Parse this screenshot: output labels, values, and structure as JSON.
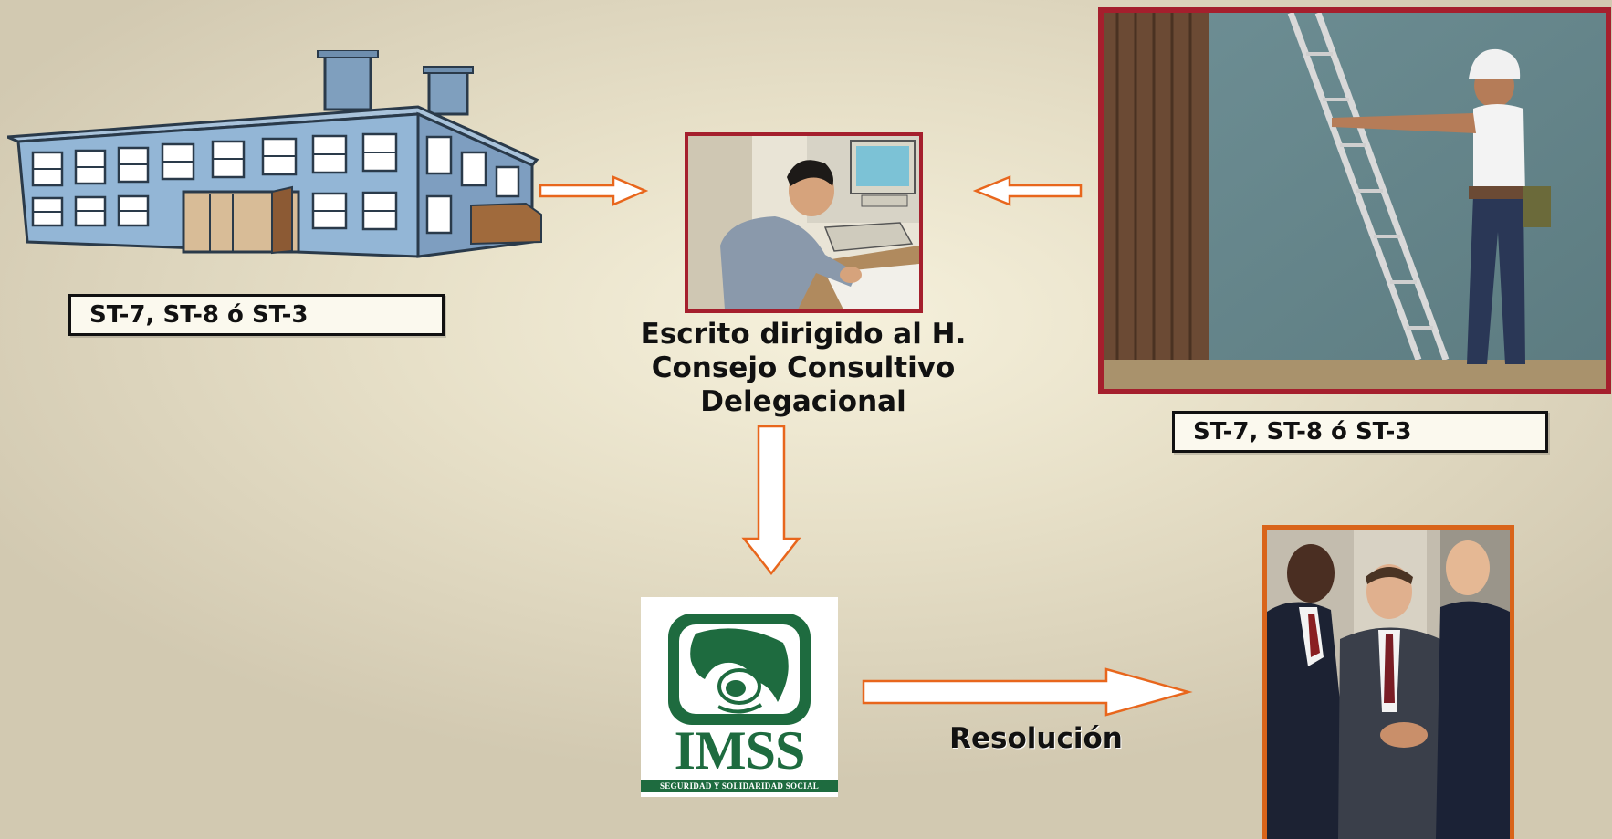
{
  "left_label": "ST-7, ST-8 ó ST-3",
  "right_label": "ST-7, ST-8 ó ST-3",
  "center_caption_lines": [
    "Escrito dirigido al H.",
    "Consejo Consultivo",
    "Delegacional"
  ],
  "resolution_label": "Resolución",
  "imss_logo_text": "IMSS",
  "imss_logo_tagline": "SEGURIDAD Y SOLIDARIDAD SOCIAL",
  "colors": {
    "arrow_stroke": "#e8661c",
    "photo_frame": "#a51f2d",
    "handshake_frame": "#d9641a",
    "imss_green": "#1e6b3f",
    "building_blue": "#8fb3d3"
  },
  "icons": [
    "factory-building-icon",
    "office-worker-photo",
    "construction-worker-photo",
    "imss-logo",
    "handshake-photo"
  ]
}
